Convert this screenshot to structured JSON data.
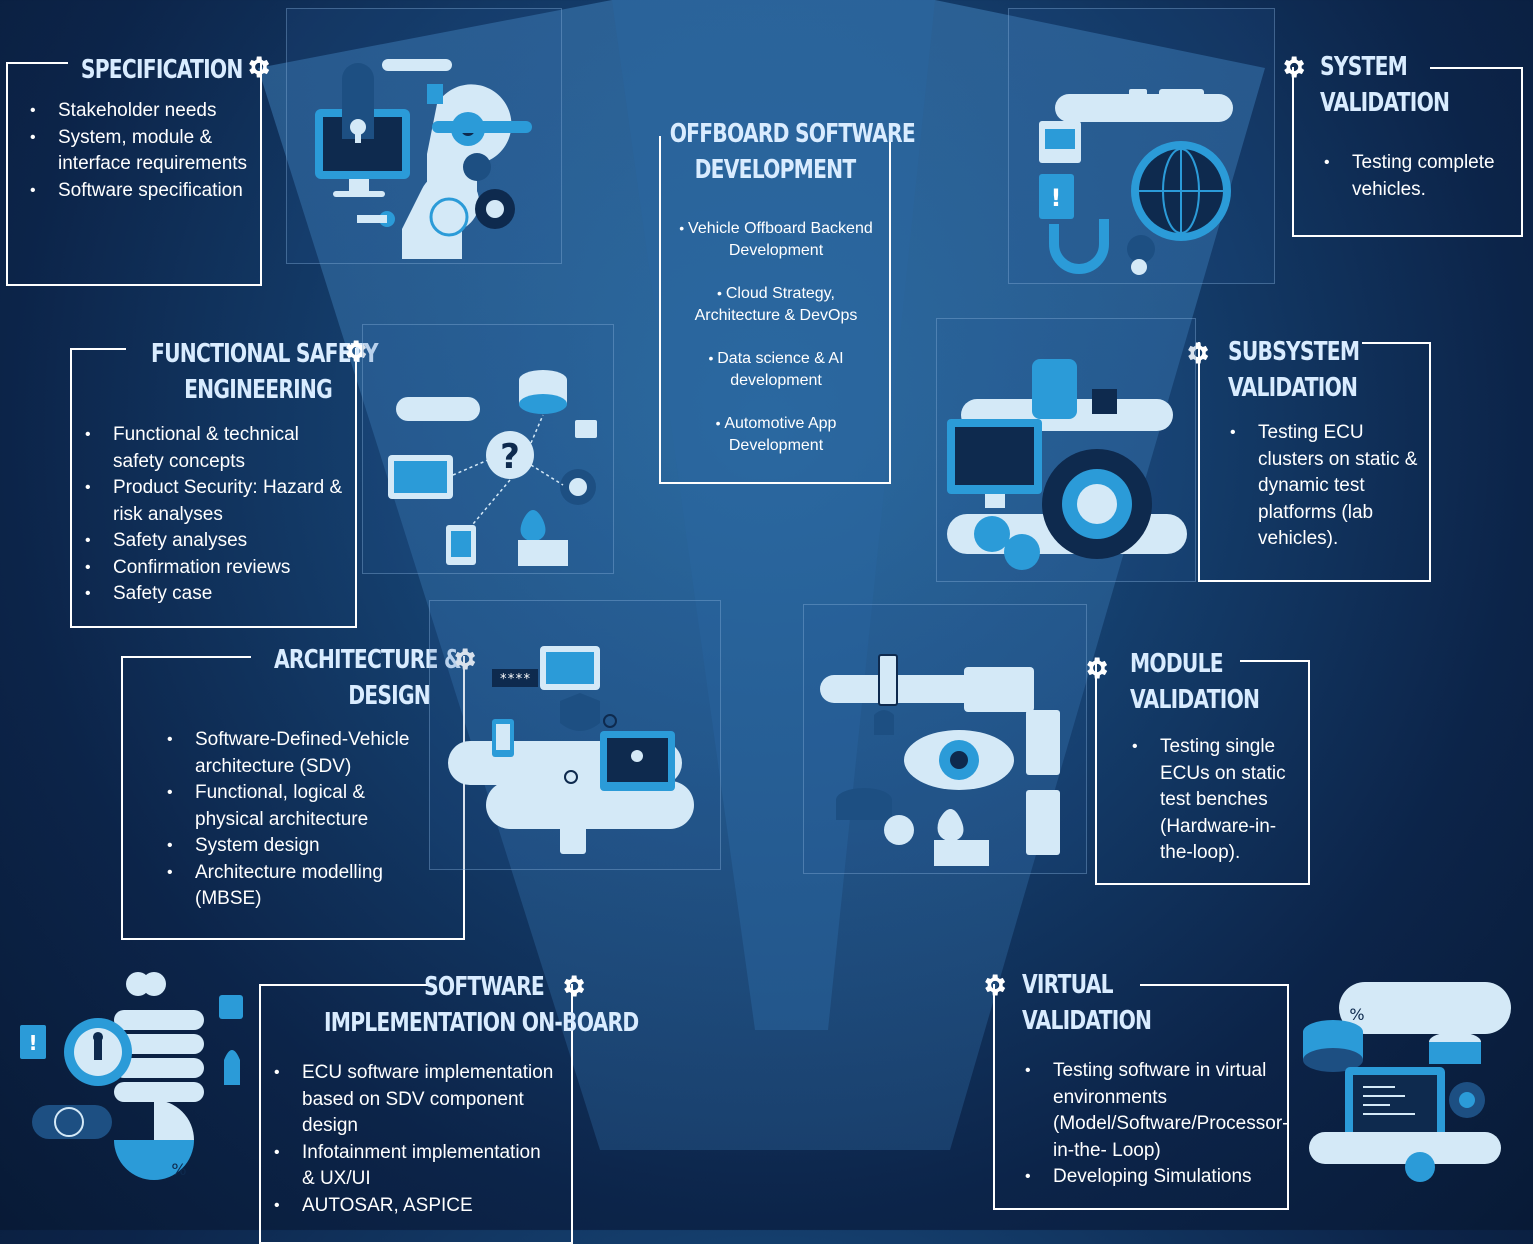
{
  "colors": {
    "accent": "#2b9bd8",
    "light": "#d4e9f7",
    "dark": "#0e2a4e",
    "frame": "#ffffff"
  },
  "specification": {
    "title": [
      "SPECIFICATION"
    ],
    "items": [
      "Stakeholder needs",
      "System, module & interface requirements",
      "Software specification"
    ],
    "icon": "gear-icon"
  },
  "functional_safety": {
    "title": [
      "FUNCTIONAL SAFETY",
      "ENGINEERING"
    ],
    "items": [
      "Functional & technical safety concepts",
      "Product Security: Hazard & risk analyses",
      "Safety analyses",
      "Confirmation reviews",
      "Safety case"
    ]
  },
  "architecture": {
    "title": [
      "ARCHITECTURE &",
      "DESIGN"
    ],
    "items": [
      "Software-Defined-Vehicle architecture (SDV)",
      "Functional, logical & physical architecture",
      "System design",
      "Architecture modelling (MBSE)"
    ]
  },
  "software_impl": {
    "title": [
      "SOFTWARE",
      "IMPLEMENTATION ON-BOARD"
    ],
    "items": [
      "ECU software implementation based on SDV component design",
      "Infotainment implementation & UX/UI",
      "AUTOSAR, ASPICE"
    ]
  },
  "offboard": {
    "title": [
      "OFFBOARD SOFTWARE",
      "DEVELOPMENT"
    ],
    "items": [
      "Vehicle Offboard Backend Development",
      "Cloud Strategy, Architecture & DevOps",
      "Data science & AI development",
      "Automotive App Development"
    ]
  },
  "system_validation": {
    "title": [
      "SYSTEM",
      "VALIDATION"
    ],
    "items": [
      "Testing complete vehicles."
    ]
  },
  "subsystem_validation": {
    "title": [
      "SUBSYSTEM",
      "VALIDATION"
    ],
    "items": [
      "Testing ECU clusters on static & dynamic test platforms (lab vehicles)."
    ]
  },
  "module_validation": {
    "title": [
      "MODULE",
      "VALIDATION"
    ],
    "items": [
      "Testing single ECUs on static test benches (Hardware-in-the-loop)."
    ]
  },
  "virtual_validation": {
    "title": [
      "VIRTUAL",
      "VALIDATION"
    ],
    "items": [
      "Testing software in virtual environments (Model/Software/Processor-in-the- Loop)",
      "Developing Simulations"
    ]
  },
  "illustration_labels": {
    "password_mask": "****",
    "percent": "%"
  }
}
